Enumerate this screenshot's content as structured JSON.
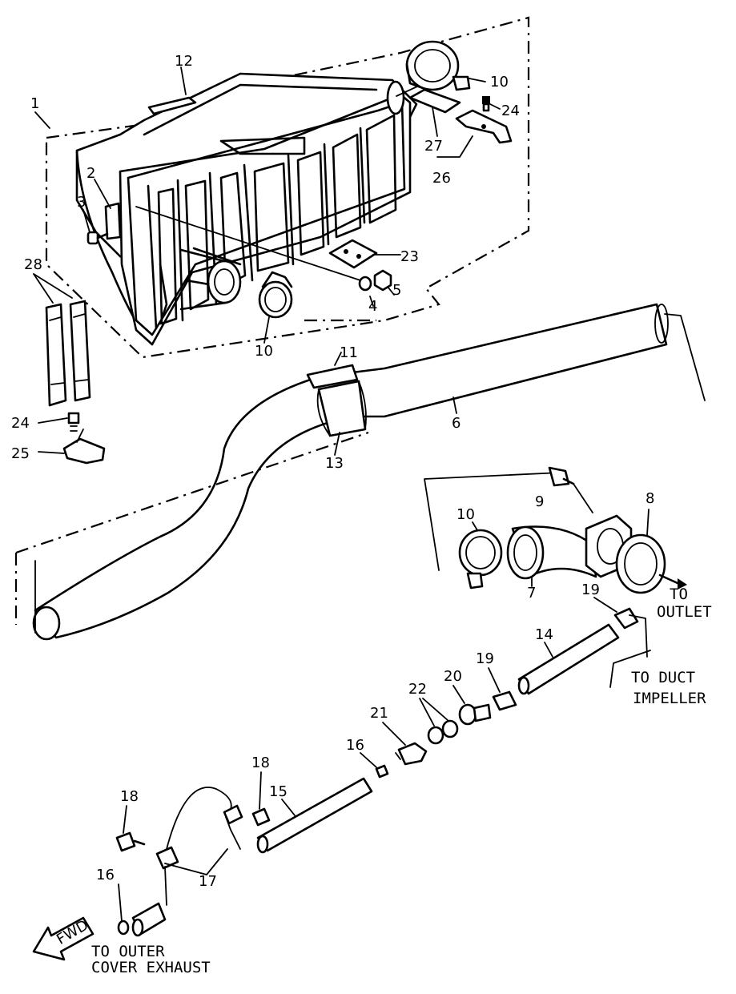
{
  "callouts": {
    "c1": "1",
    "c2": "2",
    "c3": "3",
    "c4": "4",
    "c5": "5",
    "c6": "6",
    "c7": "7",
    "c8": "8",
    "c9": "9",
    "c10a": "10",
    "c10b": "10",
    "c10c": "10",
    "c11": "11",
    "c12": "12",
    "c13": "13",
    "c14": "14",
    "c15": "15",
    "c16a": "16",
    "c16b": "16",
    "c17": "17",
    "c18a": "18",
    "c18b": "18",
    "c19a": "19",
    "c19b": "19",
    "c20": "20",
    "c21": "21",
    "c22": "22",
    "c23": "23",
    "c24a": "24",
    "c24b": "24",
    "c25": "25",
    "c26": "26",
    "c27": "27",
    "c28": "28"
  },
  "notes": {
    "to_outlet_1": "TO",
    "to_outlet_2": "OUTLET",
    "to_duct_1": "TO DUCT",
    "to_duct_2": "IMPELLER",
    "to_outer_1": "TO OUTER",
    "to_outer_2": "COVER EXHAUST",
    "fwd": "FWD"
  }
}
